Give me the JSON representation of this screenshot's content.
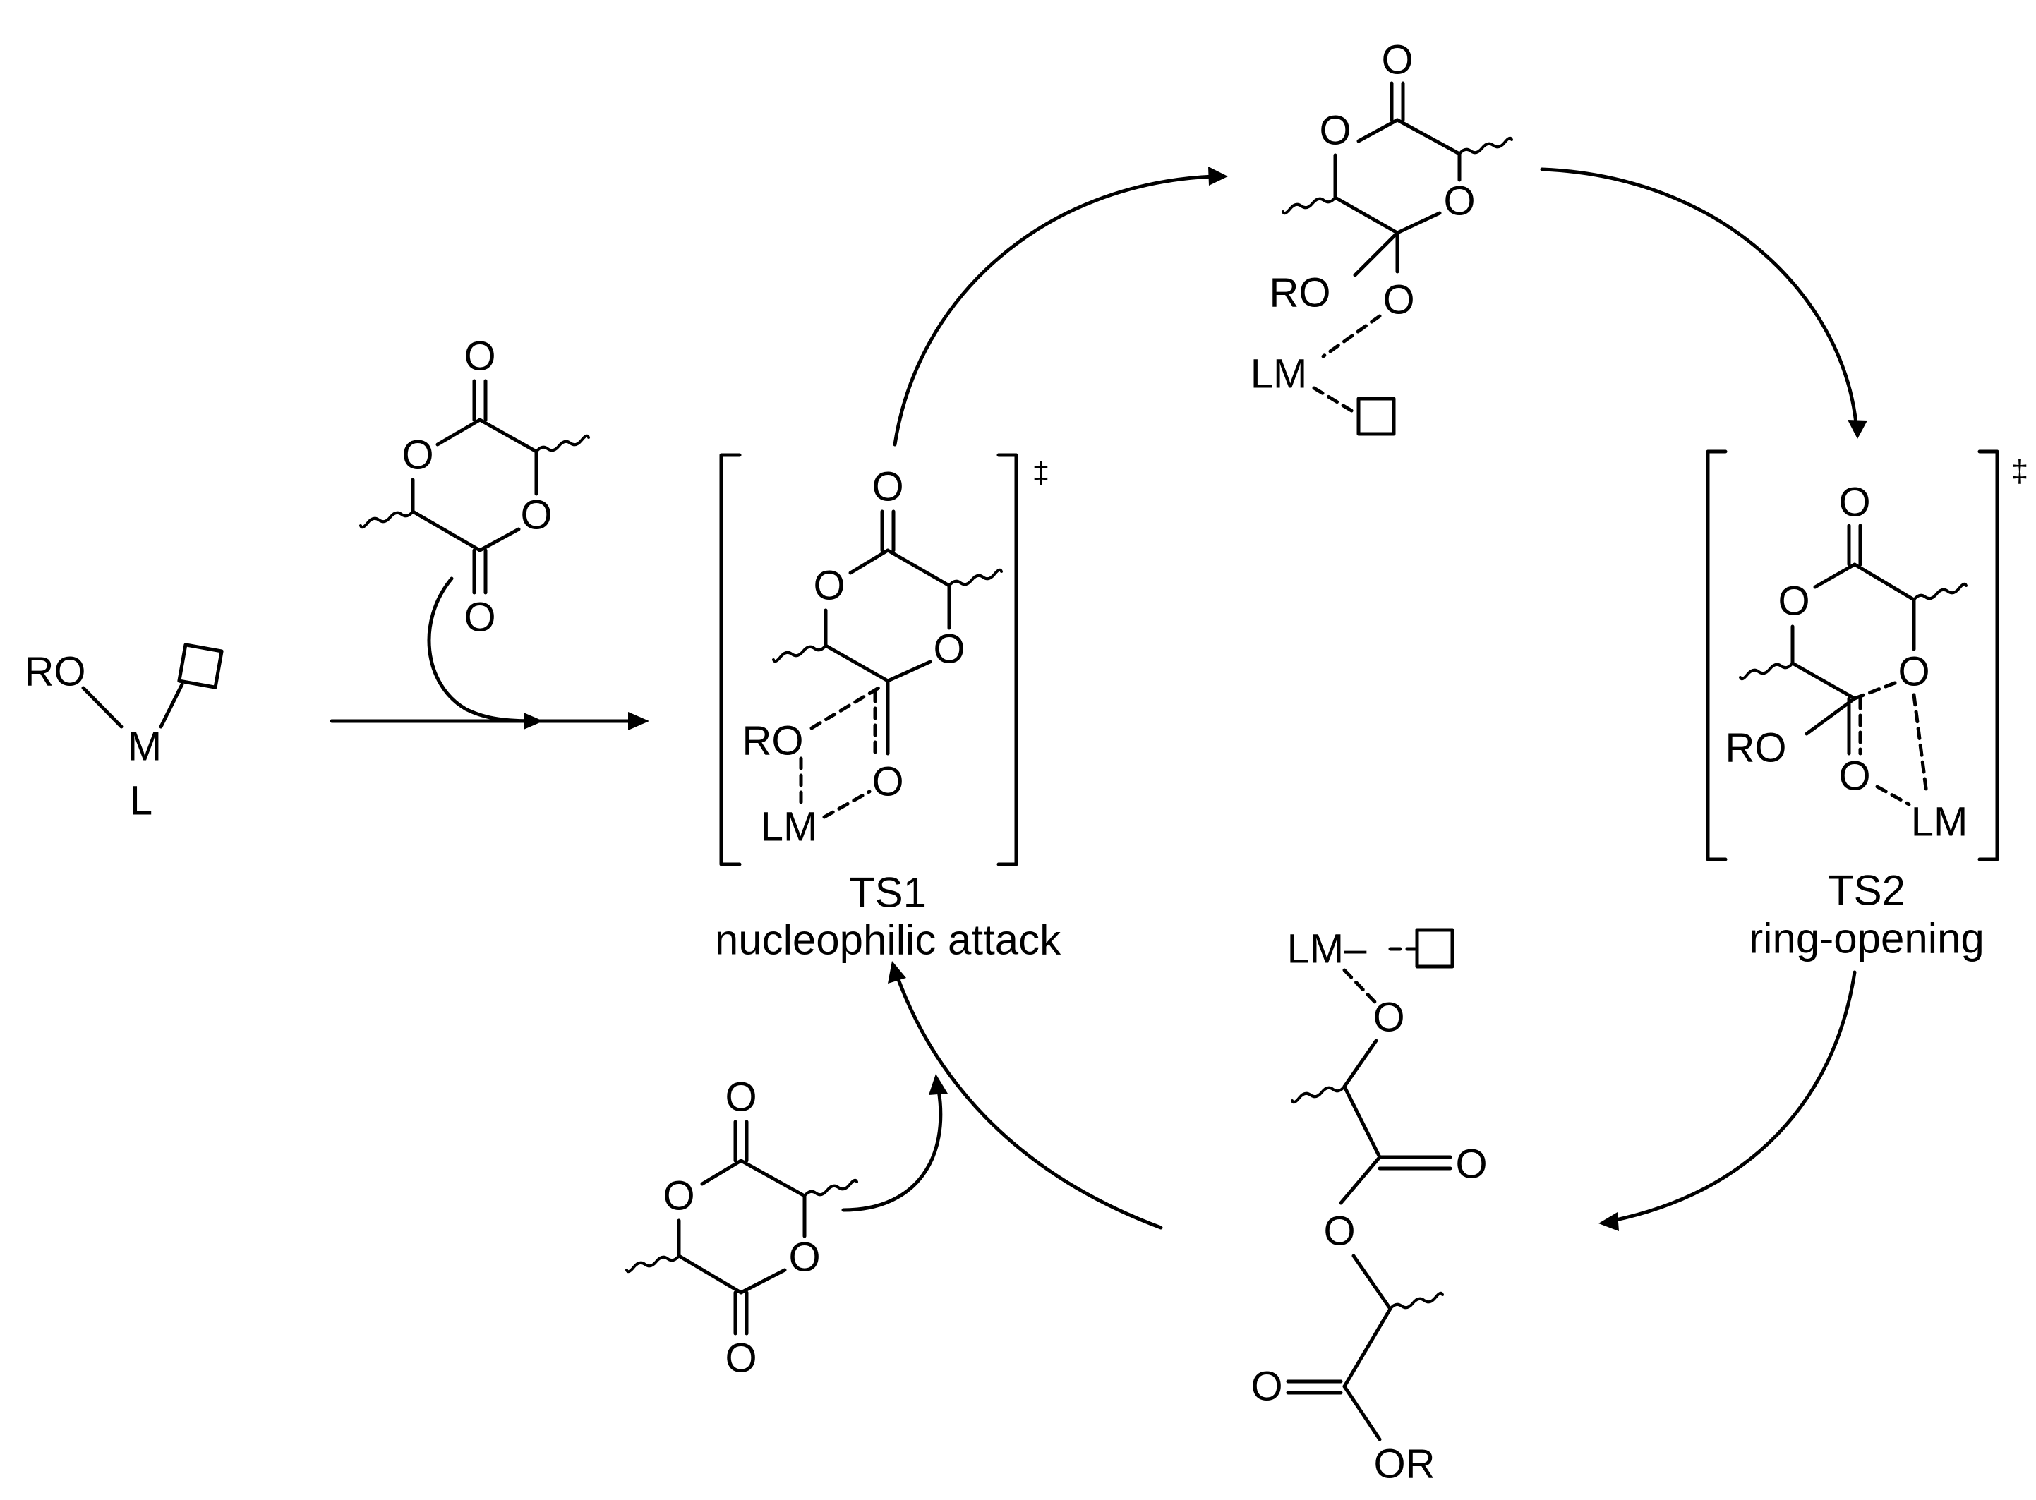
{
  "labels": {
    "O": "O",
    "RO": "RO",
    "OR": "OR",
    "LM": "LM",
    "LMdash": "LM–",
    "M": "M",
    "L": "L",
    "dagger": "‡"
  },
  "captions": {
    "ts1_title": "TS1",
    "ts1_subtitle": "nucleophilic attack",
    "ts2_title": "TS2",
    "ts2_subtitle": "ring-opening"
  },
  "colors": {
    "ink": "#000000",
    "background": "#ffffff"
  }
}
